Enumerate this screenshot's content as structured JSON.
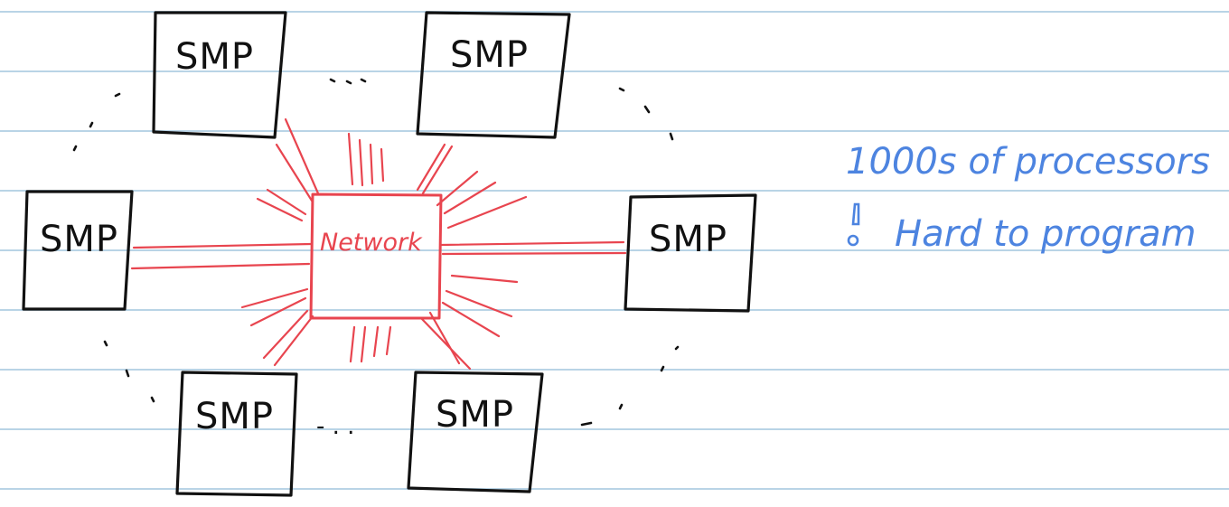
{
  "colors": {
    "paper": "#ffffff",
    "rule": "#b9d4e6",
    "ink": "#111111",
    "network": "#e8454f",
    "note": "#4d84e0"
  },
  "diagram": {
    "nodes": [
      {
        "id": "smp-top-left",
        "label": "SMP"
      },
      {
        "id": "smp-top-right",
        "label": "SMP"
      },
      {
        "id": "smp-left",
        "label": "SMP"
      },
      {
        "id": "smp-right",
        "label": "SMP"
      },
      {
        "id": "smp-bottom-left",
        "label": "SMP"
      },
      {
        "id": "smp-bottom-right",
        "label": "SMP"
      }
    ],
    "hub": {
      "label": "Network"
    },
    "ellipsis": "- . ."
  },
  "notes": [
    {
      "text": "1000s of processors"
    },
    {
      "text": "Hard to program",
      "icon": "exclamation-icon"
    }
  ]
}
